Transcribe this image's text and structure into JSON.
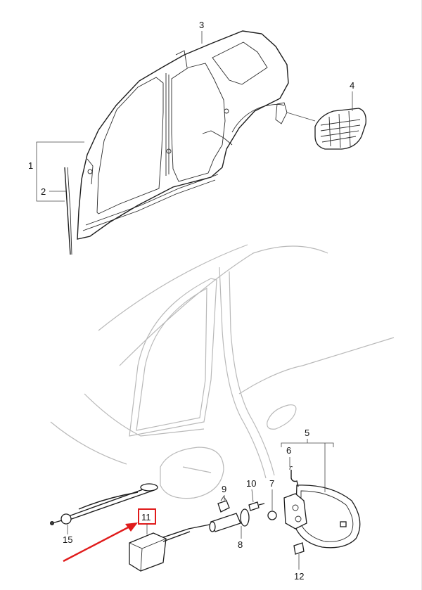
{
  "callouts": {
    "c1": "1",
    "c2": "2",
    "c3": "3",
    "c4": "4",
    "c5": "5",
    "c6": "6",
    "c7": "7",
    "c8": "8",
    "c9": "9",
    "c10": "10",
    "c11": "11",
    "c12": "12",
    "c15": "15"
  },
  "highlight": {
    "part": "11",
    "color": "#e01b1b"
  }
}
